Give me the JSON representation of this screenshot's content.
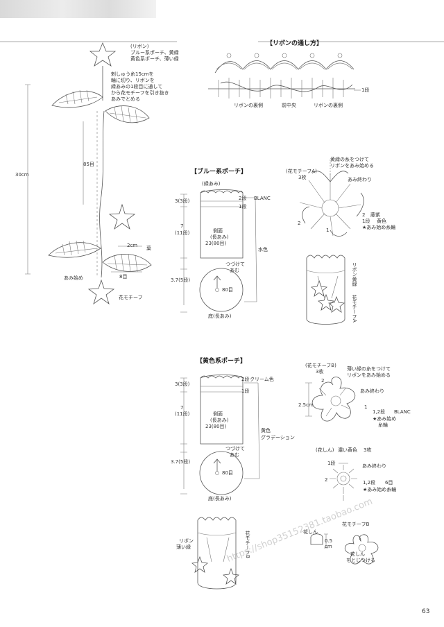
{
  "left": {
    "ribbon_note": [
      "(リボン)",
      "ブルー系ポーチ、黄緑",
      "黄色系ポーチ、薄い緑"
    ],
    "embroidery_note": [
      "刺しゅう糸15cmを",
      "輪に切り、リボンを",
      "緑あみの1段目に通して",
      "から花モチーフを引き抜き",
      "あみでとめる"
    ],
    "len_85": "85目",
    "len_30": "30cm",
    "leaf_2cm": "2cm",
    "leaf_label": "葉",
    "len_8": "8目",
    "start_label": "あみ始め",
    "flower_label": "花モチーフ"
  },
  "ribbon_pass": {
    "title": "【リボンの通し方】",
    "row1": "1段",
    "ribbon_back": "リボンの裏側",
    "front_center": "前中央",
    "ribbon_back2": "リボンの裏側"
  },
  "blue": {
    "title": "【ブルー系ポーチ】",
    "green_ami": "(緑あみ)",
    "h1": "3(3段)",
    "row2": "2段",
    "blanc": "BLANC",
    "row1": "1段",
    "h2": "7",
    "h2b": "(11段)",
    "side": "側面",
    "side2": "(長あみ)",
    "side3": "23(80目)",
    "mizu": "水色",
    "join": "つづけて",
    "join2": "あむ",
    "h3": "3.7(5段)",
    "m80": "80目",
    "bottom": "底(長あみ)"
  },
  "motif_a": {
    "label": "(花モチーフA)",
    "count": "3枚",
    "note1": "黄緑の糸をつけて",
    "note2": "リボンをあみ始める",
    "end": "あみ終わり",
    "n2": "2",
    "fuji": "藤紫",
    "r1": "1段",
    "yellow": "黄色",
    "ring": "★あみ始め糸輪",
    "n2b": "2",
    "n1": "1",
    "ribbon_v": "リボン黄緑",
    "motif_v": "花モチーフA"
  },
  "yellow": {
    "title": "【黄色系ポーチ】",
    "h1": "3(3段)",
    "row2": "2段",
    "cream": "クリーム色",
    "row1": "1段",
    "h2": "7",
    "h2b": "(11段)",
    "side": "側面",
    "side2": "(長あみ)",
    "side3": "23(80目)",
    "yellow_c": "黄色",
    "grad": "グラデーション",
    "join": "つづけて",
    "join2": "あむ",
    "h3": "3.7(5段)",
    "m80": "80目",
    "bottom": "底(長あみ)",
    "ribbon_a": "リボン",
    "ribbon_b": "薄い緑",
    "motif_v": "花モチーフB"
  },
  "motif_b": {
    "label": "(花モチーフB)",
    "count": "3枚",
    "note1": "薄い緑の糸をつけて",
    "note2": "リボンをあみ始める",
    "n2": "2",
    "end": "あみ終わり",
    "size": "2.5cm",
    "n1": "1",
    "rows": "1,2段",
    "blanc": "BLANC",
    "start": "★あみ始め",
    "ring": "糸輪"
  },
  "center": {
    "label": "(花しん)",
    "color": "濃い黄色",
    "count": "3枚",
    "r1": "1段",
    "end": "あみ終わり",
    "n2": "2",
    "rows": "1,2段",
    "m6": "6目",
    "ring": "★あみ始め糸輪"
  },
  "attach": {
    "motif": "花モチーフB",
    "center": "花しん",
    "size": "0.5",
    "unit": "cm",
    "tie1": "花しん",
    "tie2": "をとじつける"
  },
  "watermark": "https://shop35152381.taobao.com",
  "page_number": "63"
}
